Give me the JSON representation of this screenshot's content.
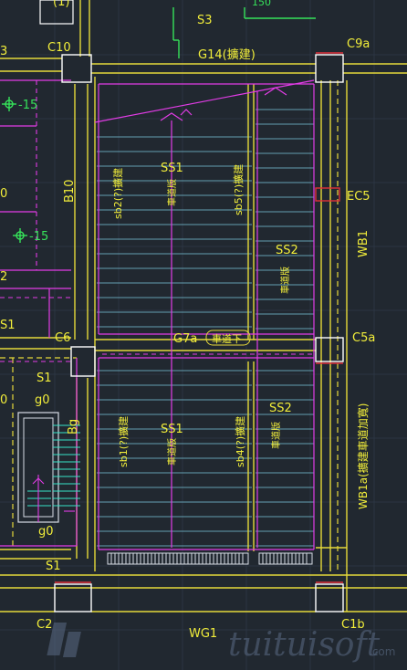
{
  "labels": {
    "c10": "C10",
    "c9a": "C9a",
    "c6": "C6",
    "c5a": "C5a",
    "c2": "C2",
    "c1b": "C1b",
    "ec5": "EC5",
    "b10": "B10",
    "wb1": "WB1",
    "wb1a": "WB1a(擴建車道加寬)",
    "wg1": "WG1",
    "g14": "G14(擴建)",
    "g7a": "G7a",
    "g7a_note": "車道下",
    "s3": "S3",
    "s1_a": "S1",
    "s1_b": "S1",
    "s1_c": "S1",
    "ss1_top": "SS1",
    "ss1_bot": "SS1",
    "ss2_top": "SS2",
    "ss2_bot": "SS2",
    "g0_top": "g0",
    "g0_bot": "g0",
    "bg": "Bg",
    "lvl_15a": "-15",
    "lvl_15b": "-15",
    "sb2": "sb2(?)擴建",
    "sb5": "sb5(?)擴建",
    "sb1": "sb1(?)擴建",
    "sb4": "sb4(?)擴建",
    "lane1": "車道版",
    "lane2": "車道版",
    "lane3": "車道版",
    "lane4": "車道版",
    "frag_3": "3",
    "frag_0a": "0",
    "frag_0b": "0",
    "frag_2": "2",
    "frag_1": "(1)",
    "frag_150": "150"
  },
  "watermark": {
    "brand": "tuituisoft",
    "domain": ".com"
  },
  "colors": {
    "background": "#212830",
    "beam": "#e6d93a",
    "slab": "#e23ce6",
    "hatch": "#6fb3c7",
    "column": "#ffffff",
    "grid": "#2f3846",
    "annotation": "#36e35a",
    "red": "#e0303a"
  }
}
